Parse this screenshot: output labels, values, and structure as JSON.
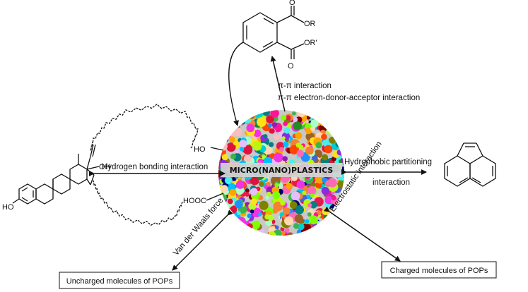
{
  "center": {
    "label": "MICRO(NANO)PLASTICS",
    "colors": [
      "#e6194b",
      "#3cb44b",
      "#ffe119",
      "#4363d8",
      "#f58231",
      "#911eb4",
      "#46f0f0",
      "#f032e6",
      "#bcf60c",
      "#fabebe",
      "#008080",
      "#e6beff",
      "#9a6324",
      "#800000",
      "#aaffc3",
      "#808000",
      "#ffd8b1",
      "#000075",
      "#ff69b4",
      "#00ced1",
      "#7fff00",
      "#dc143c",
      "#1e90ff",
      "#ffa500",
      "#8a2be2",
      "#228b22",
      "#ff1493",
      "#00bfff",
      "#adff2f",
      "#ff4500"
    ]
  },
  "interactions": {
    "pi_line1": "π-π interaction",
    "pi_line2": "π-π electron-donor-acceptor interaction",
    "hydrogen": "Hydrogen bonding interaction",
    "hydrophobic_line1": "Hydrophobic partitioning",
    "hydrophobic_line2": "interaction",
    "vdw": "Van der Waals force",
    "electrostatic": "Electrostatic interaction"
  },
  "groups": {
    "ho": "HO",
    "hooc": "HOOC",
    "or": "OR",
    "or_prime": "OR'",
    "steroid_ho": "HO",
    "steroid_oh": "OH",
    "o1": "O",
    "o2": "O"
  },
  "boxes": {
    "uncharged": "Uncharged molecules of POPs",
    "charged": "Charged molecules of POPs"
  }
}
